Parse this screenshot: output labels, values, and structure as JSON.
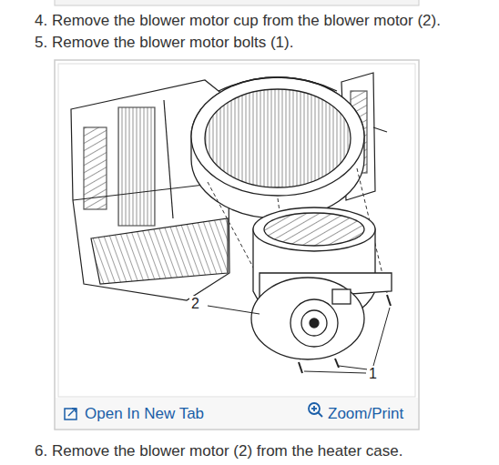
{
  "diagram": {
    "labels": [
      "4. Remove the blower motor cup from the blower motor (2).",
      "5. Remove the blower motor bolts (1).",
      "2",
      "1",
      "Open In New Tab",
      "Zoom/Print",
      "6. Remove the blower motor (2) from the heater case."
    ]
  }
}
